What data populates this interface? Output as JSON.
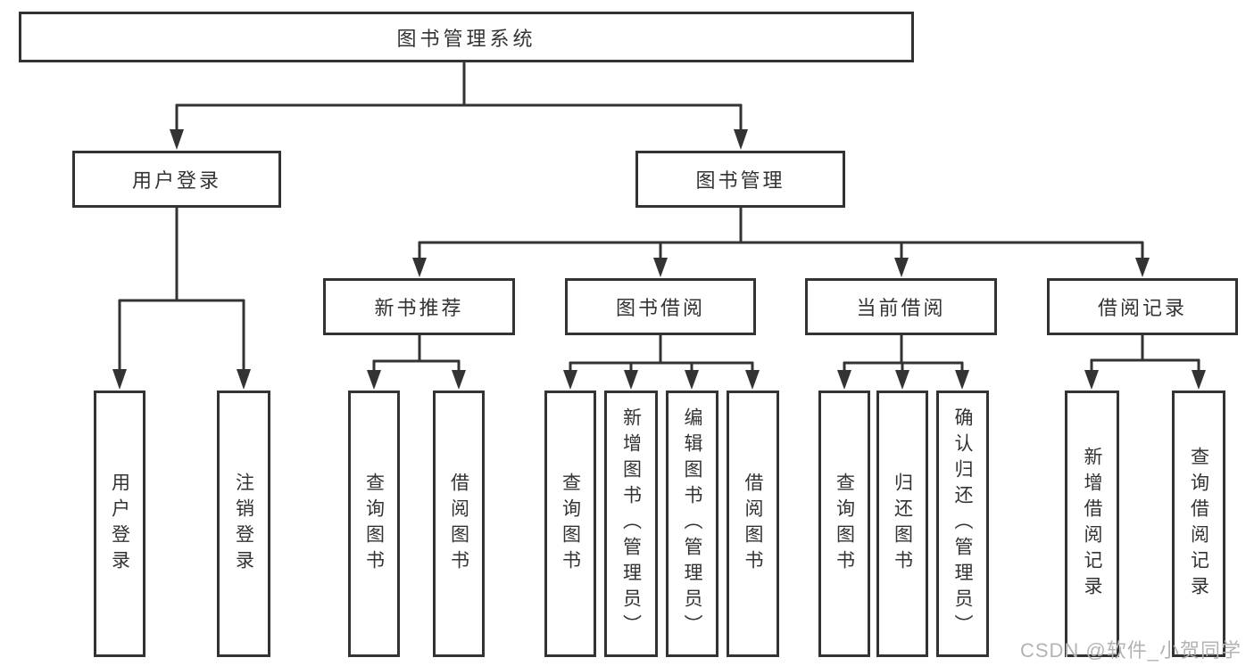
{
  "diagram": {
    "title": "图书管理系统",
    "branches": [
      {
        "label": "用户登录",
        "children": [
          {
            "label": "用户登录"
          },
          {
            "label": "注销登录"
          }
        ]
      },
      {
        "label": "图书管理",
        "children": [
          {
            "label": "新书推荐",
            "children": [
              {
                "label": "查询图书"
              },
              {
                "label": "借阅图书"
              }
            ]
          },
          {
            "label": "图书借阅",
            "children": [
              {
                "label": "查询图书"
              },
              {
                "label": "新增图书（管理员）"
              },
              {
                "label": "编辑图书（管理员）"
              },
              {
                "label": "借阅图书"
              }
            ]
          },
          {
            "label": "当前借阅",
            "children": [
              {
                "label": "查询图书"
              },
              {
                "label": "归还图书"
              },
              {
                "label": "确认归还（管理员）"
              }
            ]
          },
          {
            "label": "借阅记录",
            "children": [
              {
                "label": "新增借阅记录"
              },
              {
                "label": "查询借阅记录"
              }
            ]
          }
        ]
      }
    ]
  },
  "watermark": {
    "text": "CSDN @软件_小贺同学"
  },
  "colors": {
    "line": "#333333",
    "box_border": "#333333",
    "text": "#333333",
    "watermark": "#b3b3b3",
    "background": "#ffffff"
  }
}
